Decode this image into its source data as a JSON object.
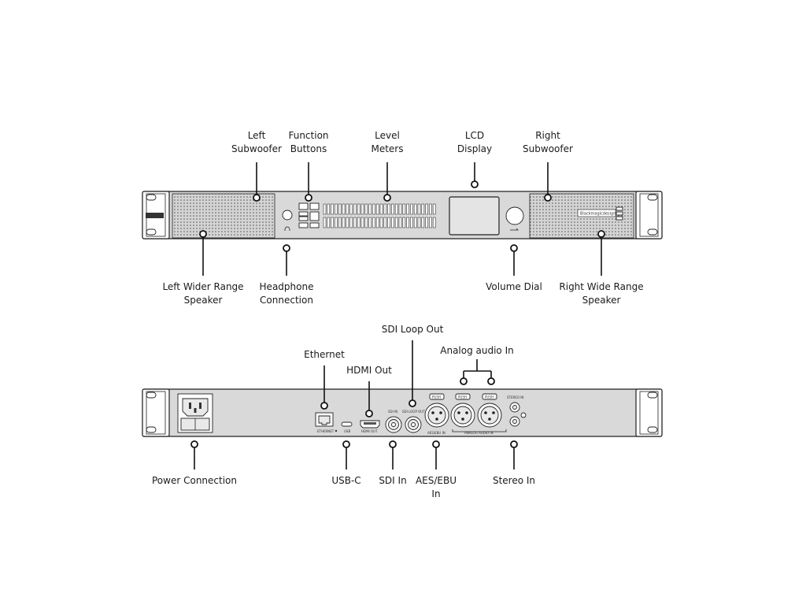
{
  "front_callouts": [
    {
      "id": "left-subwoofer",
      "lines": [
        "Left",
        "Subwoofer"
      ]
    },
    {
      "id": "function-buttons",
      "lines": [
        "Function",
        "Buttons"
      ]
    },
    {
      "id": "level-meters",
      "lines": [
        "Level",
        "Meters"
      ]
    },
    {
      "id": "lcd-display",
      "lines": [
        "LCD",
        "Display"
      ]
    },
    {
      "id": "right-subwoofer",
      "lines": [
        "Right",
        "Subwoofer"
      ]
    },
    {
      "id": "left-wider-range-speaker",
      "lines": [
        "Left Wider Range",
        "Speaker"
      ]
    },
    {
      "id": "headphone-connection",
      "lines": [
        "Headphone",
        "Connection"
      ]
    },
    {
      "id": "volume-dial",
      "lines": [
        "Volume Dial"
      ]
    },
    {
      "id": "right-wide-range-speaker",
      "lines": [
        "Right Wide Range",
        "Speaker"
      ]
    }
  ],
  "rear_callouts": [
    {
      "id": "sdi-loop-out",
      "lines": [
        "SDI Loop Out"
      ]
    },
    {
      "id": "ethernet",
      "lines": [
        "Ethernet"
      ]
    },
    {
      "id": "hdmi-out",
      "lines": [
        "HDMI Out"
      ]
    },
    {
      "id": "analog-audio-in",
      "lines": [
        "Analog audio In"
      ]
    },
    {
      "id": "power-connection",
      "lines": [
        "Power Connection"
      ]
    },
    {
      "id": "usb-c",
      "lines": [
        "USB-C"
      ]
    },
    {
      "id": "sdi-in",
      "lines": [
        "SDI In"
      ]
    },
    {
      "id": "aes-ebu-in",
      "lines": [
        "AES/EBU",
        "In"
      ]
    },
    {
      "id": "stereo-in",
      "lines": [
        "Stereo In"
      ]
    }
  ],
  "panel_markings": {
    "front_logo": "Blackmagicdesign",
    "rear_ethernet": "ETHERNET",
    "rear_usb": "USB",
    "rear_hdmi": "HDMI OUT",
    "rear_sdi_in": "SDI IN",
    "rear_sdi_loop": "SDI LOOP OUT",
    "rear_aes": "AES/EBU IN",
    "rear_analog": "ANALOG AUDIO IN",
    "rear_stereo": "STEREO IN",
    "rear_push": "PUSH"
  }
}
